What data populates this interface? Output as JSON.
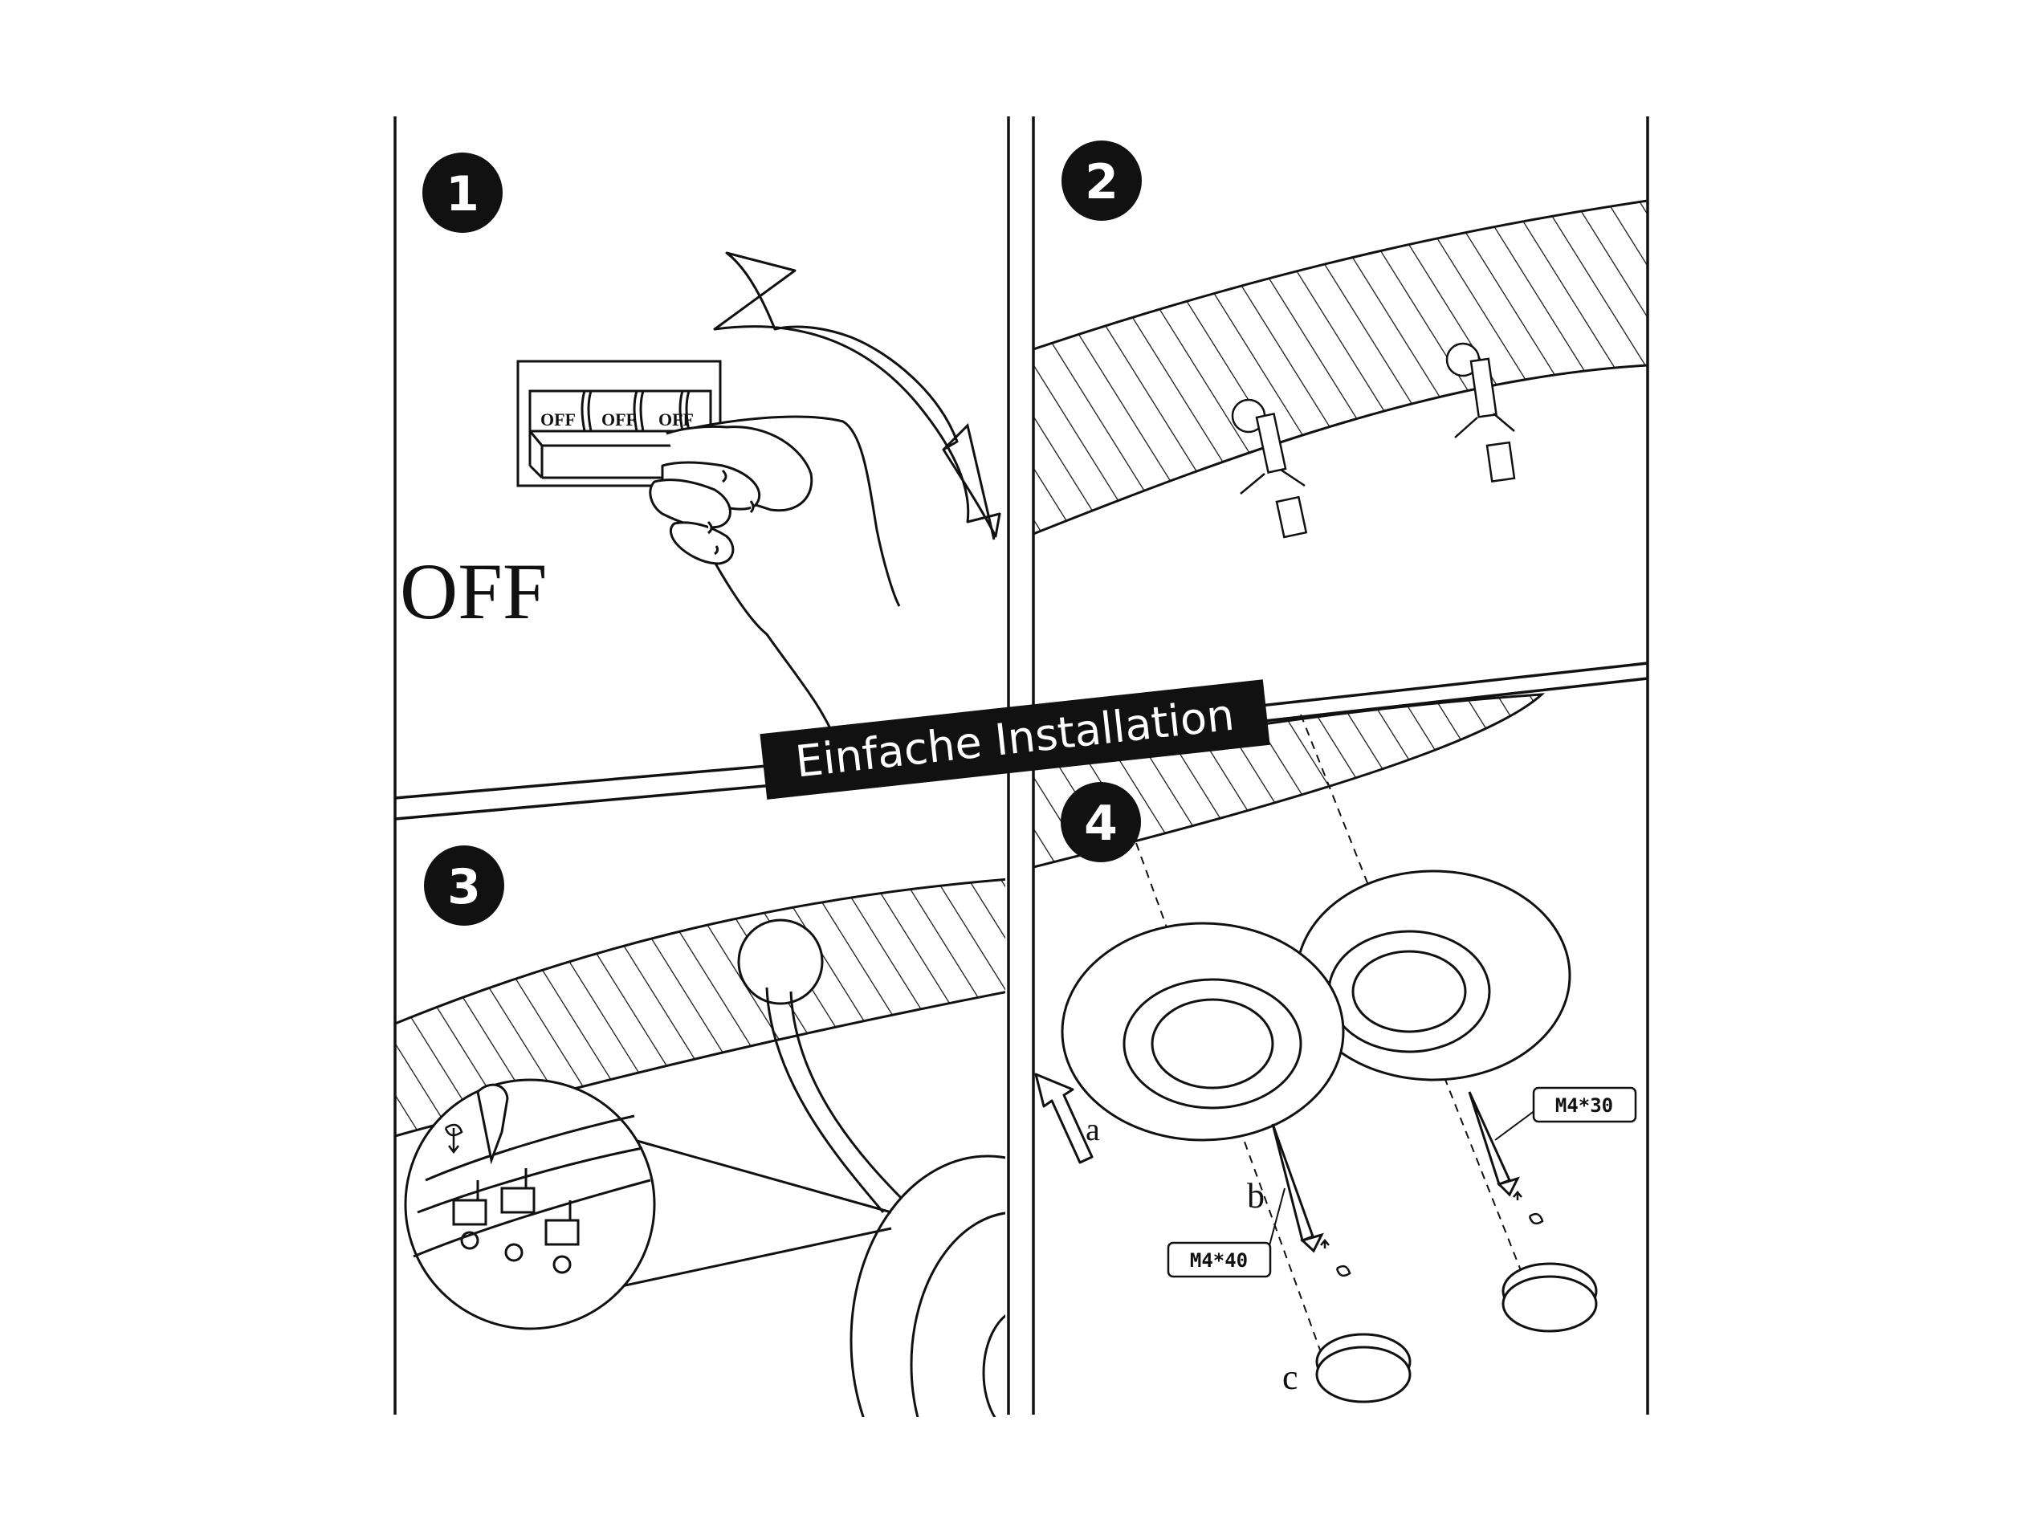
{
  "banner": {
    "title": "Einfache Installation"
  },
  "steps": [
    {
      "number": "1",
      "caption": "OFF",
      "switch_labels": [
        "OFF",
        "OFF",
        "OFF"
      ]
    },
    {
      "number": "2"
    },
    {
      "number": "3"
    },
    {
      "number": "4",
      "labels": {
        "a": "a",
        "b": "b",
        "c": "c"
      },
      "screw_long": "M4*40",
      "screw_short": "M4*30"
    }
  ],
  "colors": {
    "ink": "#111111",
    "paper": "#ffffff"
  },
  "icons": [
    "up-arrow-icon",
    "rotate-arrow-icon",
    "screwdriver-icon",
    "hand-icon"
  ]
}
